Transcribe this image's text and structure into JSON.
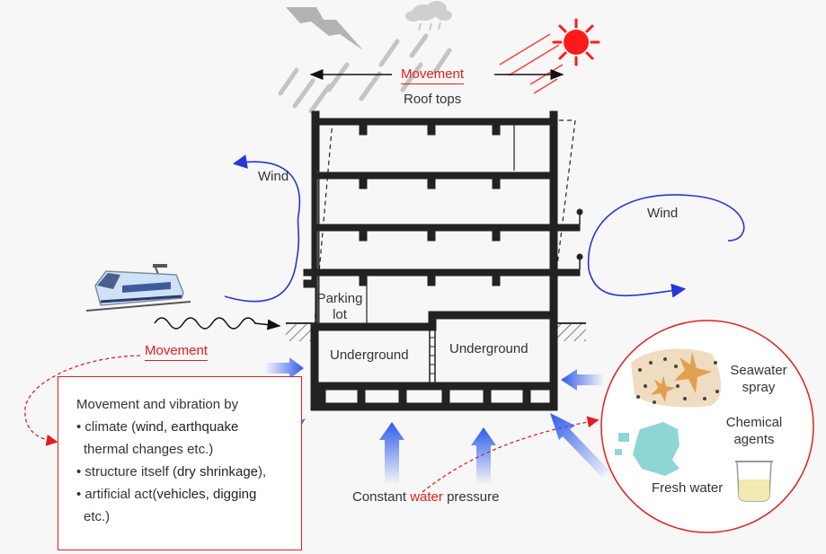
{
  "labels": {
    "movement_top": "Movement",
    "roof_tops": "Roof tops",
    "wind_left": "Wind",
    "wind_right": "Wind",
    "parking_lot": "Parking lot",
    "underground_left": "Underground",
    "underground_right": "Underground",
    "movement_left": "Movement",
    "seawater_spray": "Seawater spray",
    "chemical_agents": "Chemical agents",
    "fresh_water": "Fresh water",
    "pressure_prefix": "Constant",
    "pressure_water": "water",
    "pressure_suffix": "pressure"
  },
  "infobox": {
    "title": "Movement and vibration by",
    "items": [
      {
        "prefix": "climate (",
        "bold": "wind, earthquake",
        "continuation": "thermal changes etc.)"
      },
      {
        "prefix": "structure itself (",
        "bold": "dry shrinkage",
        "suffix": "),"
      },
      {
        "prefix": "artificial act(",
        "bold": "vehicles, digging",
        "continuation": "etc.)"
      }
    ]
  },
  "colors": {
    "accent_red": "#e02020",
    "wind_blue": "#2a35d8",
    "pressure_blue": "#2f5bea",
    "structure": "#222222",
    "sun": "#ff1a1a"
  }
}
